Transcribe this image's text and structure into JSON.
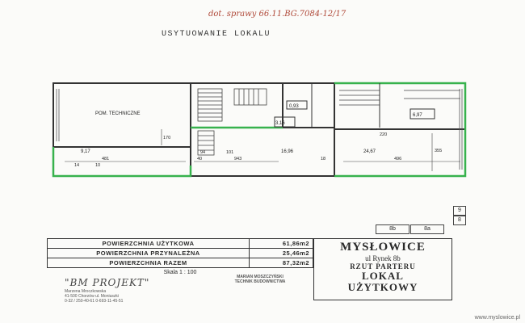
{
  "handwritten_note": "dot. sprawy 66.11.BG.7084-12/17",
  "heading": "USYTUOWANIE LOKALU",
  "plan": {
    "room_tech": "POM. TECHNICZNE",
    "areas": [
      "9,17",
      "16,96",
      "24,67",
      "3,16",
      "0,93",
      "6,97"
    ],
    "dims": [
      "481",
      "94",
      "101",
      "943",
      "496",
      "355",
      "220",
      "170",
      "40",
      "14",
      "10",
      "18"
    ],
    "neighbor_tags": [
      "8b",
      "8a",
      "9",
      "8"
    ]
  },
  "table": {
    "rows": [
      {
        "label": "POWIERZCHNIA UŻYTKOWA",
        "value": "61,86m2"
      },
      {
        "label": "POWIERZCHNIA PRZYNALEŻNA",
        "value": "25,46m2"
      },
      {
        "label": "POWIERZCHNIA RAZEM",
        "value": "87,32m2"
      }
    ],
    "scale": "Skala 1 : 100"
  },
  "title_block": {
    "city": "MYSŁOWICE",
    "address": "ul Rynek 8b",
    "drawing": "RZUT PARTERU",
    "kind_line1": "LOKAL",
    "kind_line2": "UŻYTKOWY"
  },
  "company_logo": "\"BM PROJEKT\"",
  "stamps": {
    "company_lines": [
      "Marzena Mroczkowska ",
      "41-500 Chorzów ul. Moniuszki",
      "0-32 / 250-40-61 0-693-11-45-51"
    ],
    "engineer_lines": [
      "MARIAN MOSZCZYŃSKI",
      "TECHNIK BUDOWNICTWA"
    ]
  },
  "watermark": "www.myslowice.pl"
}
